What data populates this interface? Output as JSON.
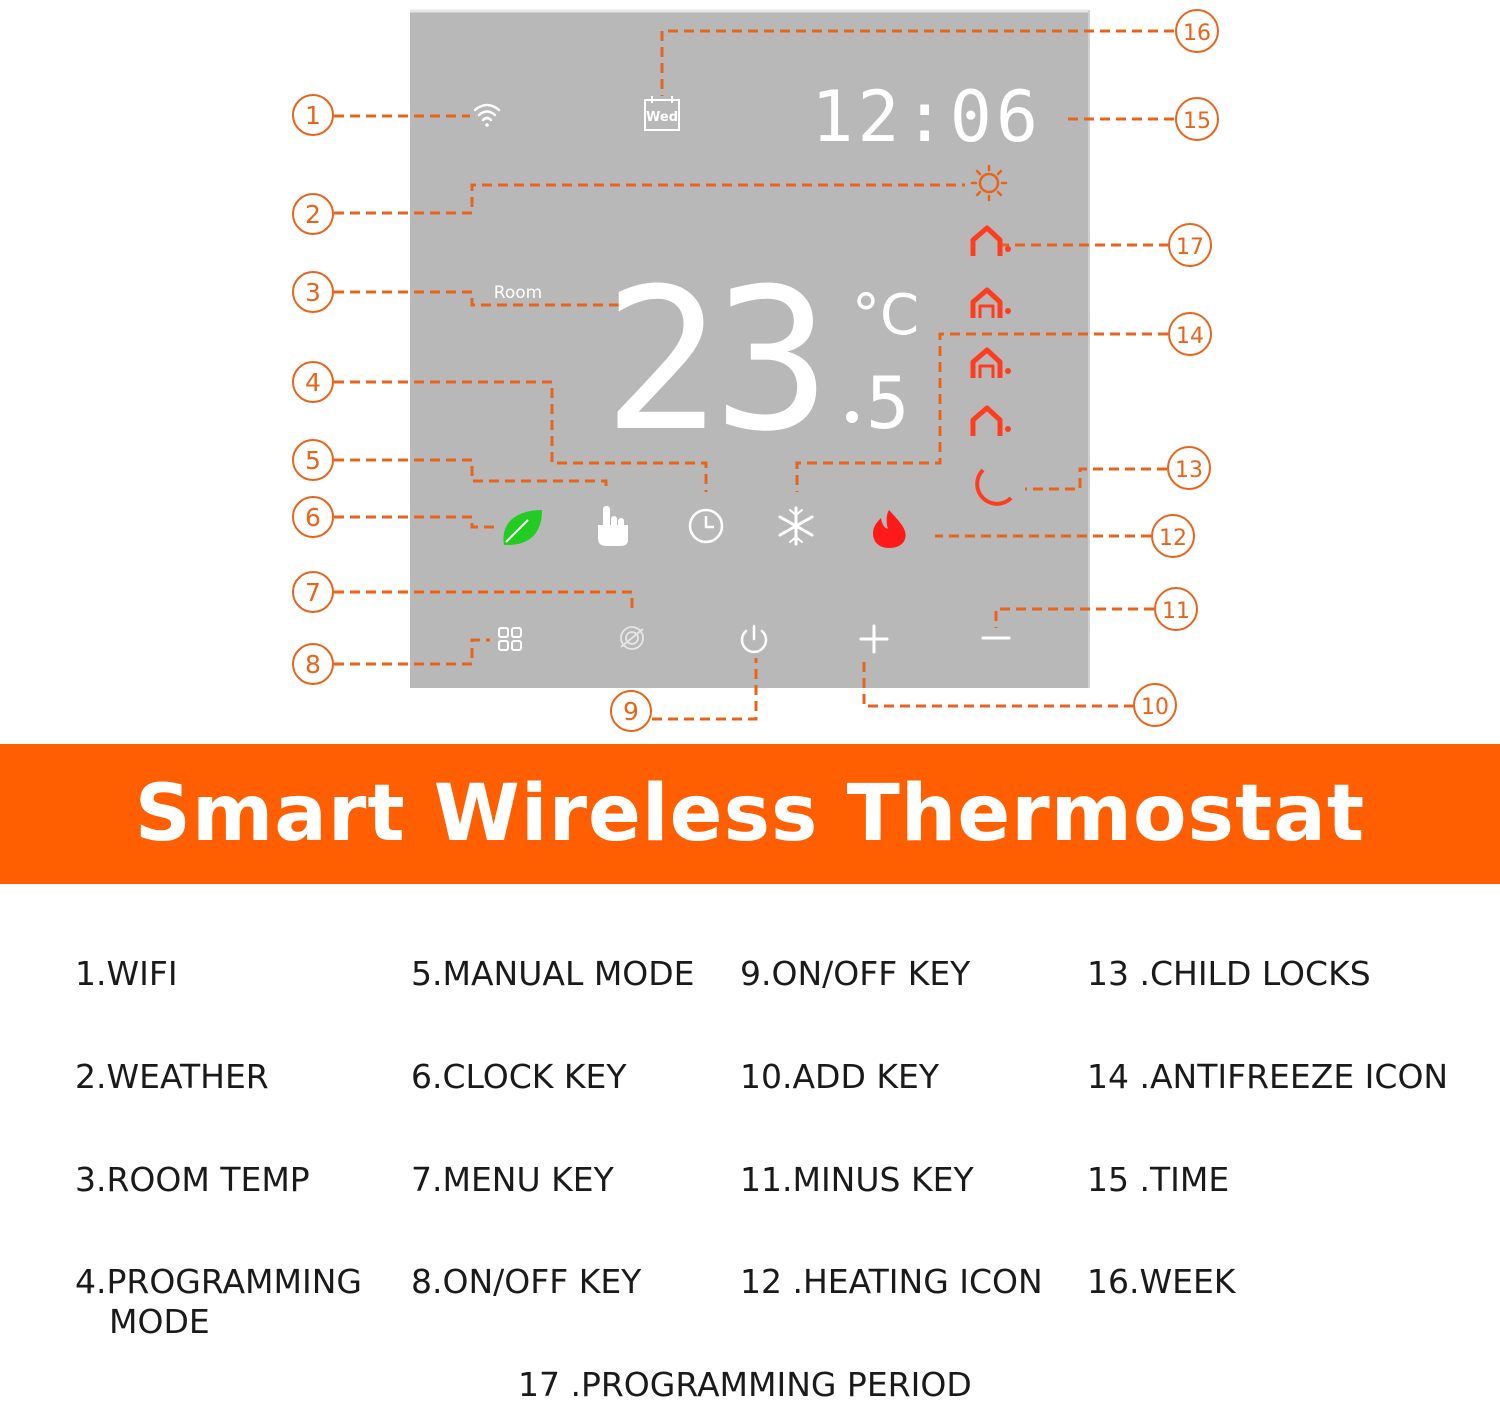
{
  "device": {
    "time": "12:06",
    "week_day": "Wed",
    "room_label": "Room",
    "temperature": "23",
    "temperature_decimal": "5",
    "unit": "°C"
  },
  "callout_numbers": [
    "1",
    "2",
    "3",
    "4",
    "5",
    "6",
    "7",
    "8",
    "9",
    "10",
    "11",
    "12",
    "13",
    "14",
    "15",
    "16",
    "17"
  ],
  "colors": {
    "accent": "#ff5f00",
    "leader": "#e8641a",
    "panel": "#b8b8b8",
    "leaf": "#22cc22",
    "flame": "#ff1a1a",
    "mode_icons": "#ff3c1e"
  },
  "banner": {
    "title": "Smart Wireless Thermostat"
  },
  "legend": {
    "item1": "1.WIFI",
    "item2": "2.WEATHER",
    "item3": "3.ROOM TEMP",
    "item4_line1": "4.PROGRAMMING",
    "item4_line2": "MODE",
    "item5": "5.MANUAL MODE",
    "item6": "6.CLOCK KEY",
    "item7": "7.MENU KEY",
    "item8": "8.ON/OFF KEY",
    "item9": "9.ON/OFF KEY",
    "item10": "10.ADD KEY",
    "item11": "11.MINUS KEY",
    "item12": "12 .HEATING ICON",
    "item13": "13 .CHILD LOCKS",
    "item14": "14 .ANTIFREEZE ICON",
    "item15": "15 .TIME",
    "item16": "16.WEEK",
    "item17": "17 .PROGRAMMING PERIOD"
  }
}
